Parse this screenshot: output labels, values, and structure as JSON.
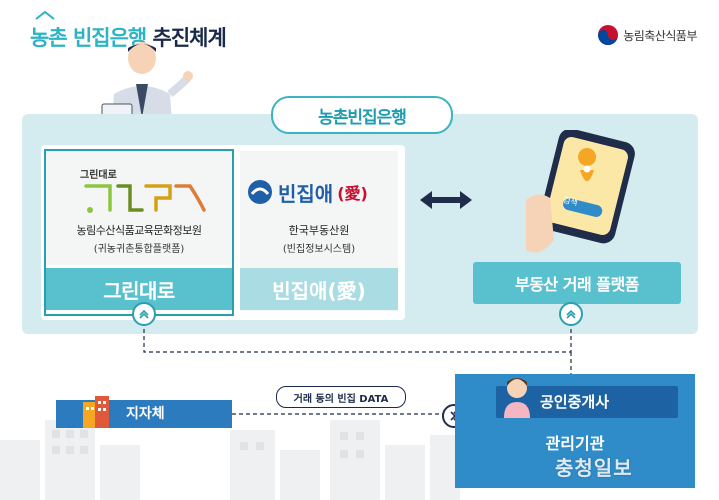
{
  "header": {
    "title_accent": "농촌 빈집은행",
    "title_rest": "추진체계",
    "ministry": "농림축산식품부"
  },
  "bank": {
    "label": "농촌빈집은행"
  },
  "greendaero": {
    "logo_caption": "그린대로",
    "org": "농림수산식품교육문화정보원",
    "org_sub": "(귀농귀촌통합플랫폼)",
    "band": "그린대로"
  },
  "binjipae": {
    "logo_text": "빈집애",
    "logo_hanja": "(愛)",
    "org": "한국부동산원",
    "org_sub": "(빈집정보시스템)",
    "band": "빈집애(愛)"
  },
  "platform": {
    "band": "부동산 거래 플랫폼",
    "phone_button": "검색"
  },
  "local": {
    "label": "지자체"
  },
  "data_flow": {
    "label": "거래 동의 빈집 DATA"
  },
  "broker": {
    "label": "공인중개사",
    "agency": "관리기관"
  },
  "watermark": "충청일보",
  "colors": {
    "accent": "#2bb3c6",
    "navy": "#1a2a4a",
    "teal_band": "#59c0ce",
    "blue_box": "#2f8cc9"
  }
}
